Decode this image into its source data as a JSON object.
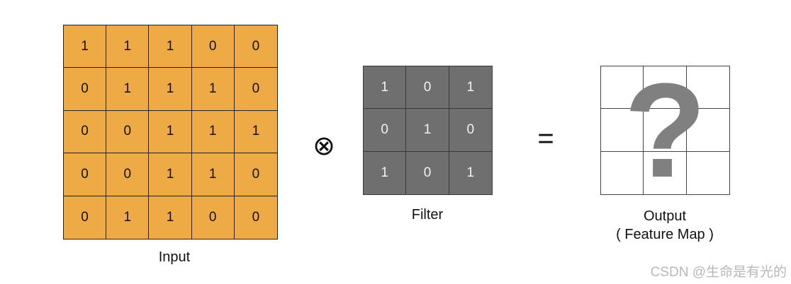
{
  "input": {
    "label": "Input",
    "color": "#eeaa45",
    "rows": [
      [
        "1",
        "1",
        "1",
        "0",
        "0"
      ],
      [
        "0",
        "1",
        "1",
        "1",
        "0"
      ],
      [
        "0",
        "0",
        "1",
        "1",
        "1"
      ],
      [
        "0",
        "0",
        "1",
        "1",
        "0"
      ],
      [
        "0",
        "1",
        "1",
        "0",
        "0"
      ]
    ]
  },
  "operator_symbol": "⊗",
  "filter": {
    "label": "Filter",
    "color": "#6f6f6f",
    "rows": [
      [
        "1",
        "0",
        "1"
      ],
      [
        "0",
        "1",
        "0"
      ],
      [
        "1",
        "0",
        "1"
      ]
    ]
  },
  "equals_symbol": "=",
  "output": {
    "label_line1": "Output",
    "label_line2": "( Feature Map )",
    "placeholder": "?",
    "size": 3
  },
  "watermark": "CSDN @生命是有光的"
}
